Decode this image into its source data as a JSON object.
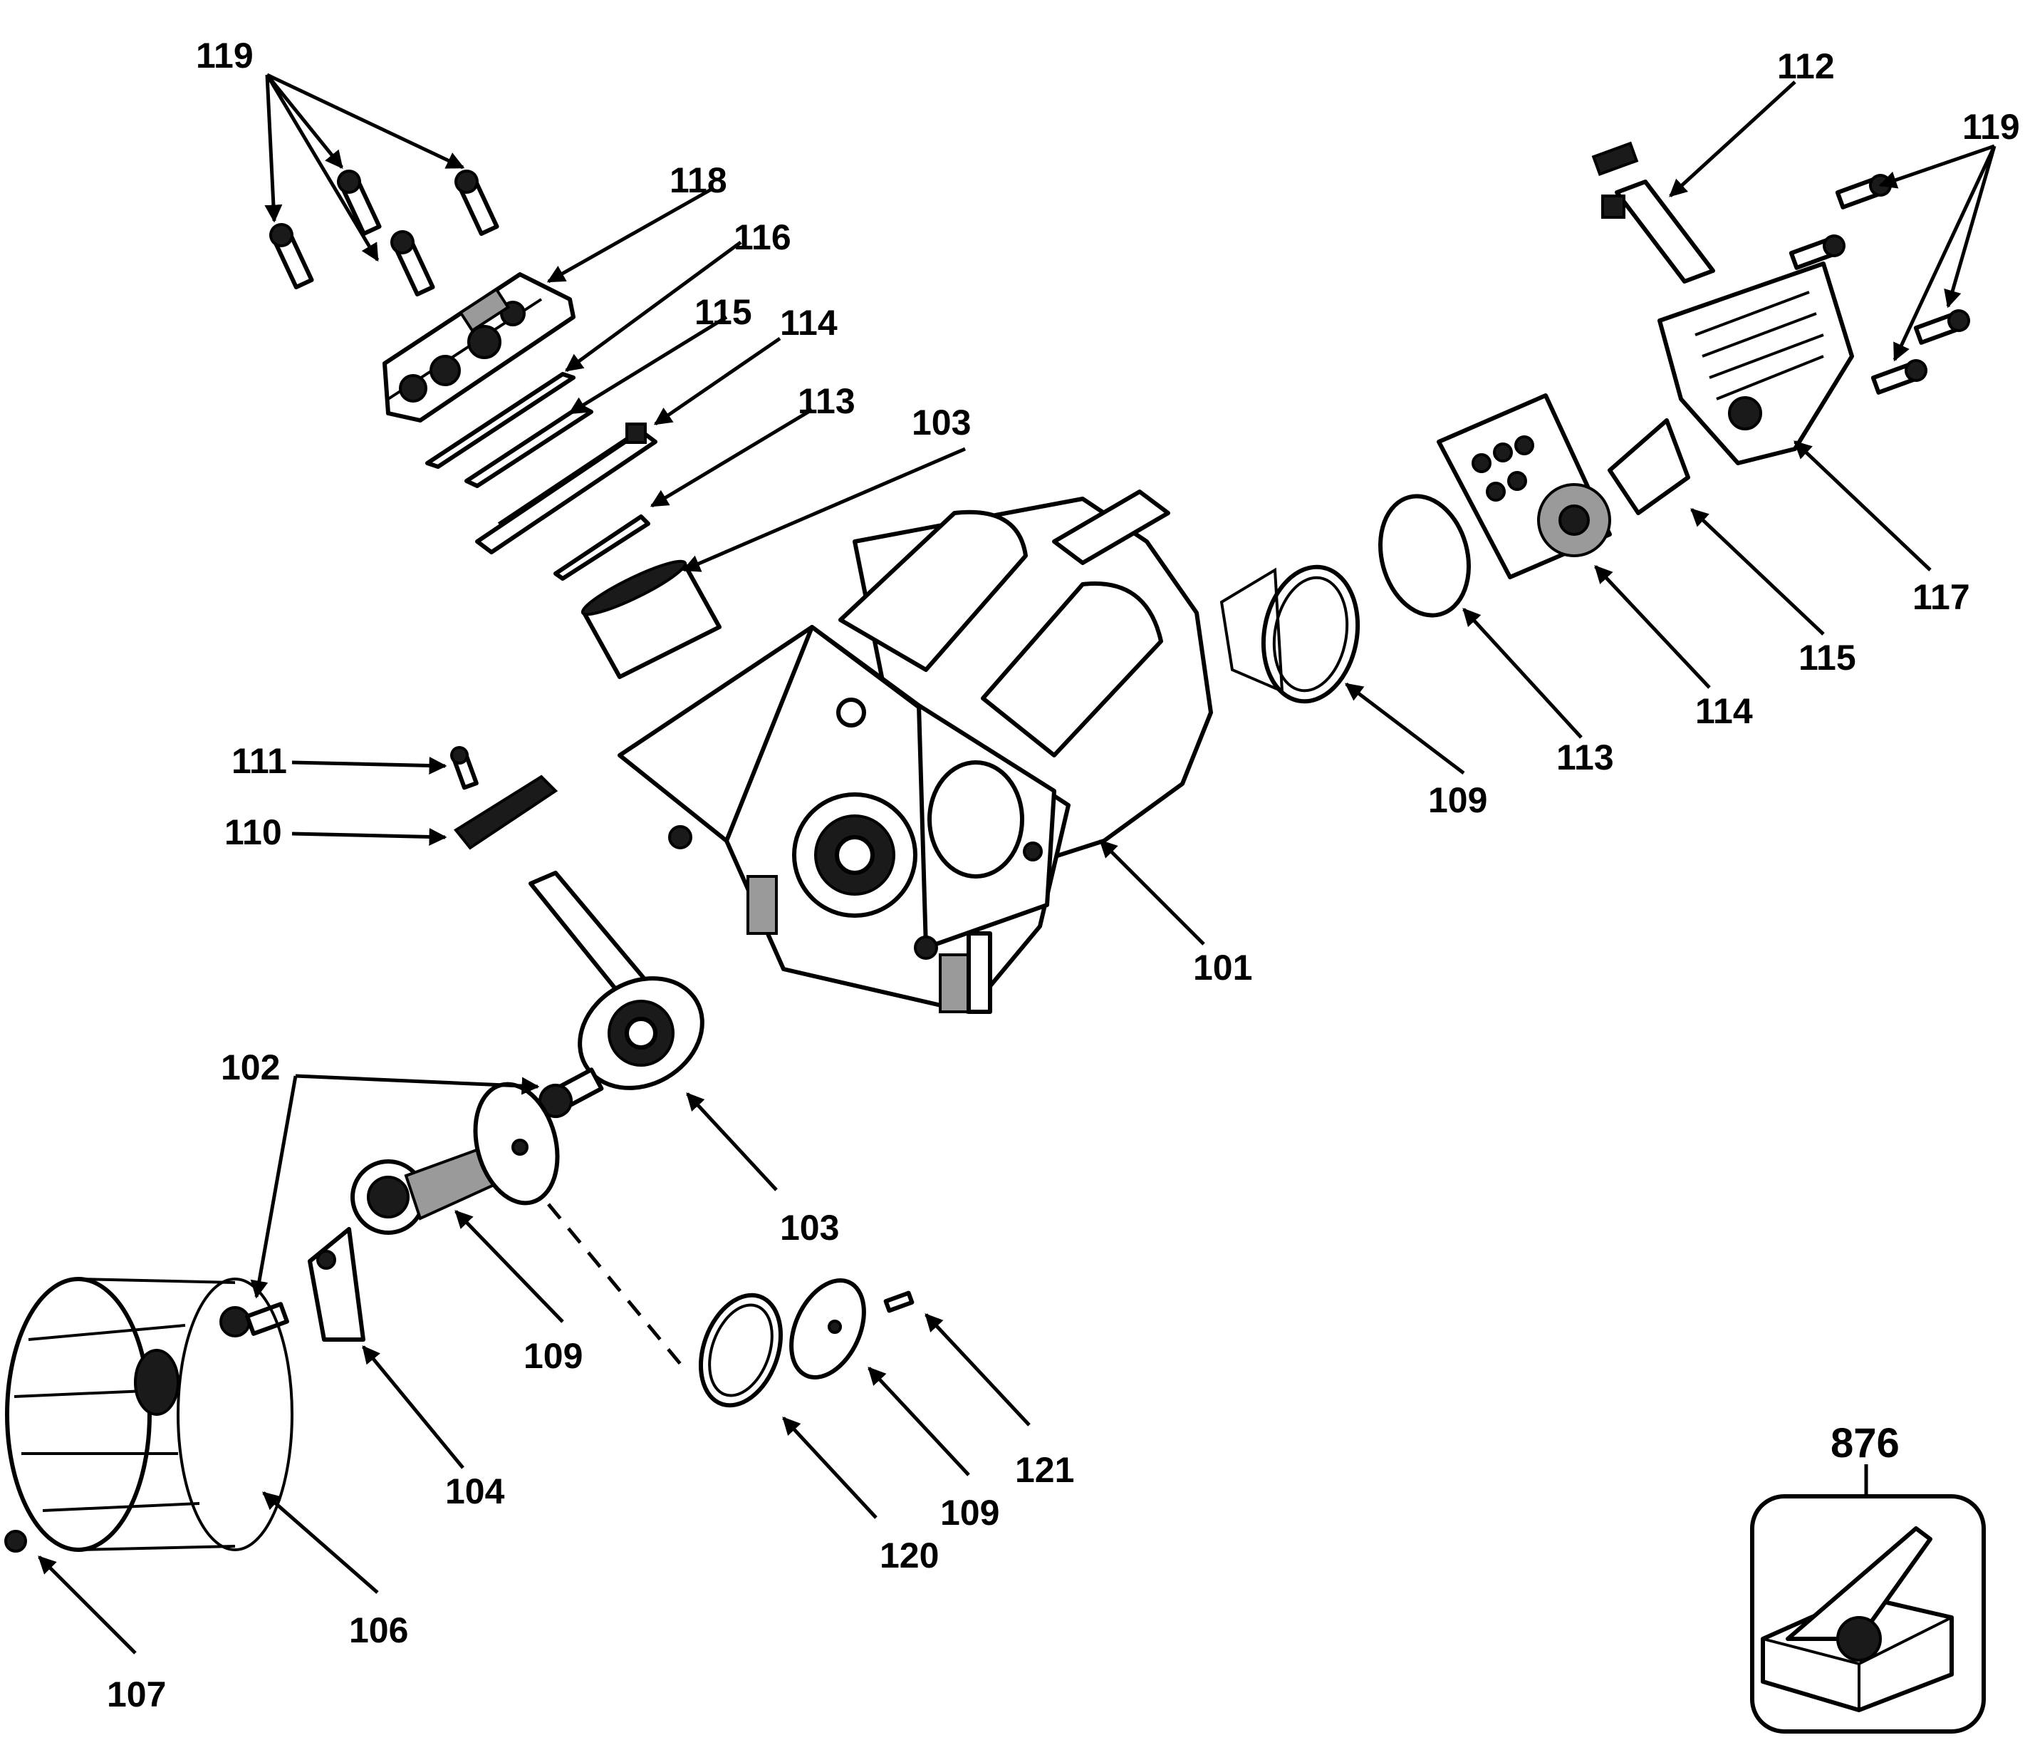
{
  "callouts": {
    "c119a": "119",
    "c118": "118",
    "c116": "116",
    "c115a": "115",
    "c114a": "114",
    "c113a": "113",
    "c103a": "103",
    "c112": "112",
    "c119b": "119",
    "c117": "117",
    "c115b": "115",
    "c114b": "114",
    "c113b": "113",
    "c109a": "109",
    "c101": "101",
    "c111": "111",
    "c110": "110",
    "c102": "102",
    "c103b": "103",
    "c109b": "109",
    "c104": "104",
    "c106": "106",
    "c107": "107",
    "c120": "120",
    "c109c": "109",
    "c121": "121",
    "c876": "876"
  }
}
